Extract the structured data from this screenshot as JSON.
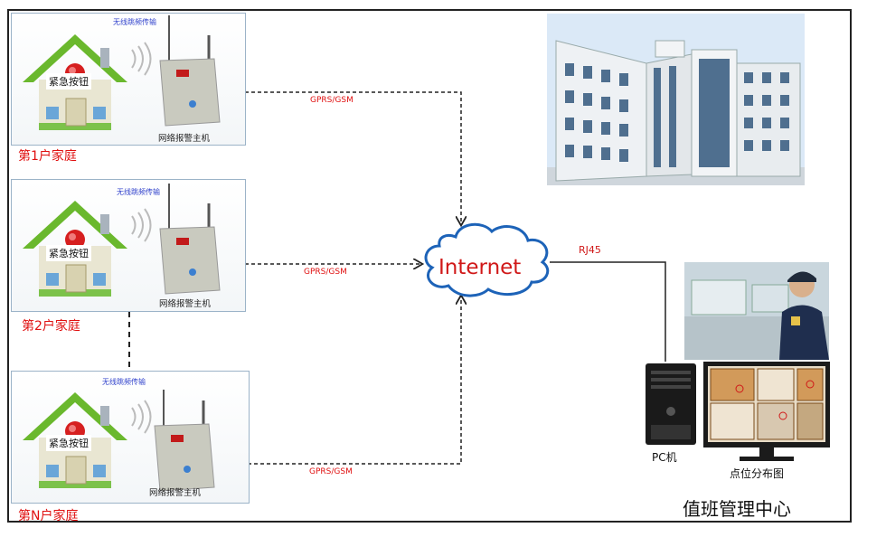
{
  "homes": [
    {
      "label": "第1户家庭",
      "button": "紧急按钮",
      "wireless": "无线跳频传输",
      "host": "网络报警主机",
      "link": "GPRS/GSM"
    },
    {
      "label": "第2户家庭",
      "button": "紧急按钮",
      "wireless": "无线跳频传输",
      "host": "网络报警主机",
      "link": "GPRS/GSM"
    },
    {
      "label": "第N户家庭",
      "button": "紧急按钮",
      "wireless": "无线跳频传输",
      "host": "网络报警主机",
      "link": "GPRS/GSM"
    }
  ],
  "internet": "Internet",
  "rj45": "RJ45",
  "pc": "PC机",
  "monitor": "点位分布图",
  "center": "值班管理中心"
}
